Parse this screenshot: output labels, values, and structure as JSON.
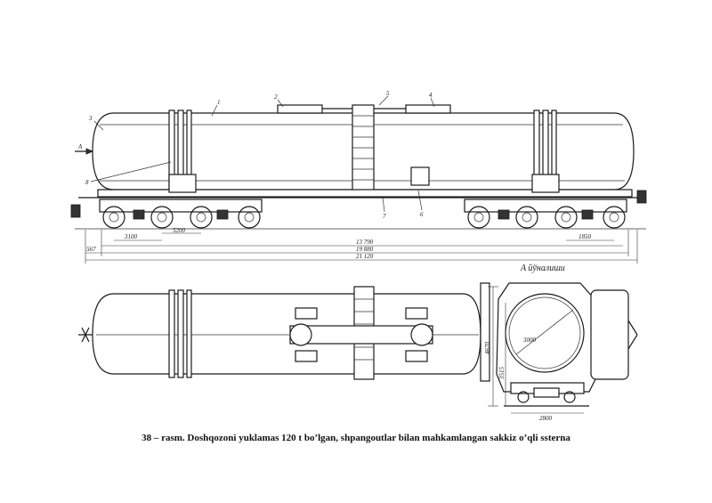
{
  "figure": {
    "caption": "38 – rasm. Doshqozoni yuklamas 120 t bo’lgan, shpangoutlar bilan mahkamlangan sakkiz o’qli ssterna",
    "view_label": "A йўналиши",
    "section_arrow_label": "A",
    "part_numbers": [
      "1",
      "2",
      "3",
      "4",
      "5",
      "6",
      "7",
      "8"
    ],
    "dimensions": {
      "d_1": "3100",
      "d_2": "5200",
      "d_3": "13 790",
      "d_4": "1850",
      "d_5": "19 880",
      "d_6": "21 120",
      "d_7": "567",
      "d_8": "4670",
      "d_9": "3515",
      "d_10": "3000",
      "d_11": "2800"
    }
  }
}
